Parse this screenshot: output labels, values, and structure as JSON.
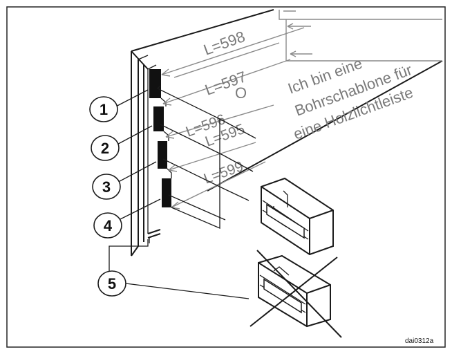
{
  "template_markings": [
    "L=598",
    "L=597",
    "L=596",
    "L=595",
    "L=599"
  ],
  "template_note": [
    "Ich bin eine",
    "Bohrschablone für",
    "eine Holzlichtleiste"
  ],
  "hole_marker": "O",
  "callouts": [
    "1",
    "2",
    "3",
    "4",
    "5"
  ],
  "drawing_code": "dai0312a",
  "colors": {
    "line": "#1a1a1a",
    "print": "#7a7a7a",
    "fill_dark": "#111111",
    "background": "#ffffff"
  }
}
